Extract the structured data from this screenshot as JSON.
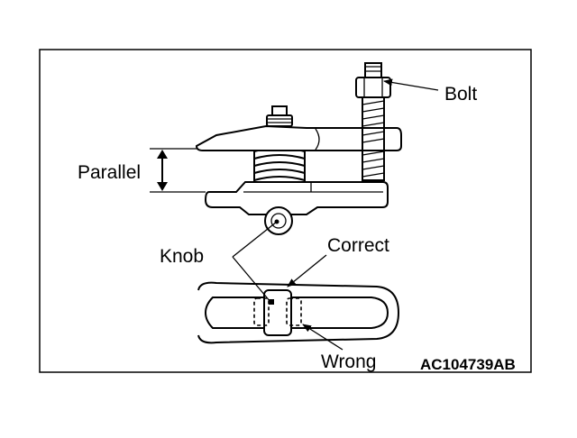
{
  "labels": {
    "bolt": "Bolt",
    "parallel": "Parallel",
    "knob": "Knob",
    "correct": "Correct",
    "wrong": "Wrong",
    "figure_code": "AC104739AB"
  }
}
